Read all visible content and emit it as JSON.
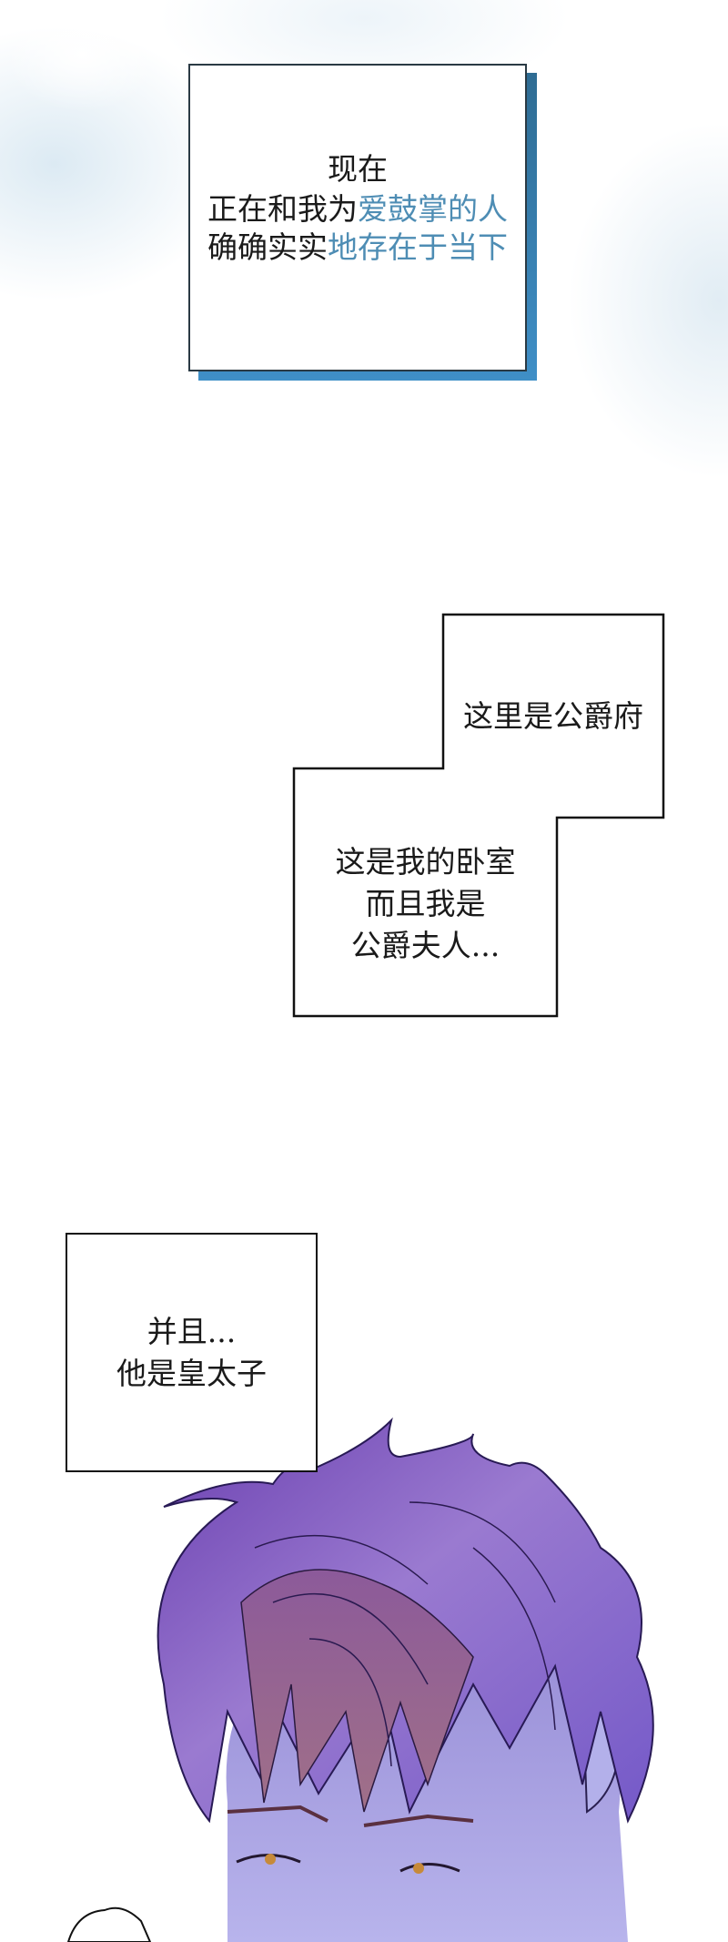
{
  "panels": {
    "caption1": {
      "line1": "现在",
      "line2_dark": "正在和我为",
      "line2_blue": "爱鼓掌的人",
      "line3_dark": "确确实实",
      "line3_blue": "地存在于当下",
      "accent_color": "#4e8db4"
    },
    "caption2": {
      "line1": "这里是公爵府"
    },
    "caption3": {
      "line1": "这是我的卧室",
      "line2": "而且我是",
      "line3": "公爵夫人..."
    },
    "caption4": {
      "line1": "并且...",
      "line2": "他是皇太子"
    }
  },
  "artwork": {
    "subject": "purple-haired-man-head",
    "hair_color": "#7b5fc4"
  }
}
